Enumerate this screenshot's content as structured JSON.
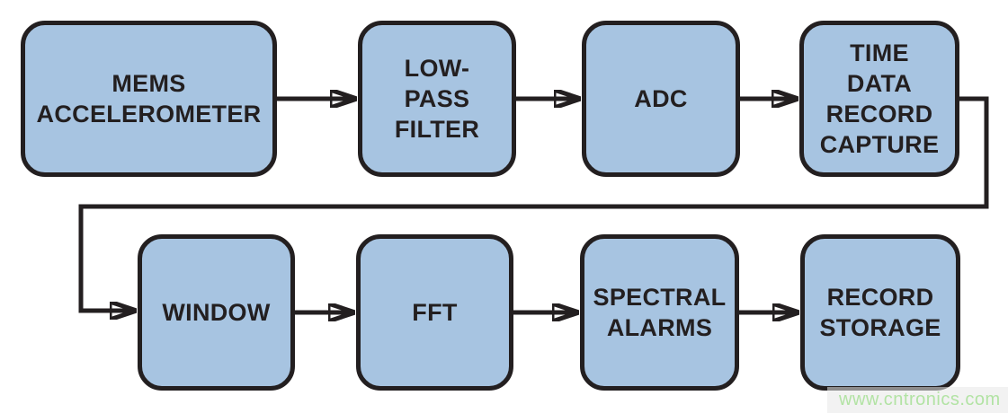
{
  "colors": {
    "block_fill": "#a7c4e1",
    "block_border": "#231f20",
    "text": "#231f20",
    "arrow": "#231f20",
    "watermark_green": "#b2e3a4",
    "background": "#ffffff"
  },
  "blocks": [
    {
      "id": "mems-accelerometer",
      "label": "MEMS\nACCELEROMETER",
      "row": 1
    },
    {
      "id": "low-pass-filter",
      "label": "LOW-\nPASS\nFILTER",
      "row": 1
    },
    {
      "id": "adc",
      "label": "ADC",
      "row": 1
    },
    {
      "id": "time-data-record-capture",
      "label": "TIME\nDATA\nRECORD\nCAPTURE",
      "row": 1
    },
    {
      "id": "window",
      "label": "WINDOW",
      "row": 2
    },
    {
      "id": "fft",
      "label": "FFT",
      "row": 2
    },
    {
      "id": "spectral-alarms",
      "label": "SPECTRAL\nALARMS",
      "row": 2
    },
    {
      "id": "record-storage",
      "label": "RECORD\nSTORAGE",
      "row": 2
    }
  ],
  "connections": [
    {
      "from": "mems-accelerometer",
      "to": "low-pass-filter"
    },
    {
      "from": "low-pass-filter",
      "to": "adc"
    },
    {
      "from": "adc",
      "to": "time-data-record-capture"
    },
    {
      "from": "time-data-record-capture",
      "to": "window",
      "routing": "wrap-around-right-bottom-left"
    },
    {
      "from": "window",
      "to": "fft"
    },
    {
      "from": "fft",
      "to": "spectral-alarms"
    },
    {
      "from": "spectral-alarms",
      "to": "record-storage"
    }
  ],
  "watermark": {
    "text": "www.cntronics.com"
  }
}
